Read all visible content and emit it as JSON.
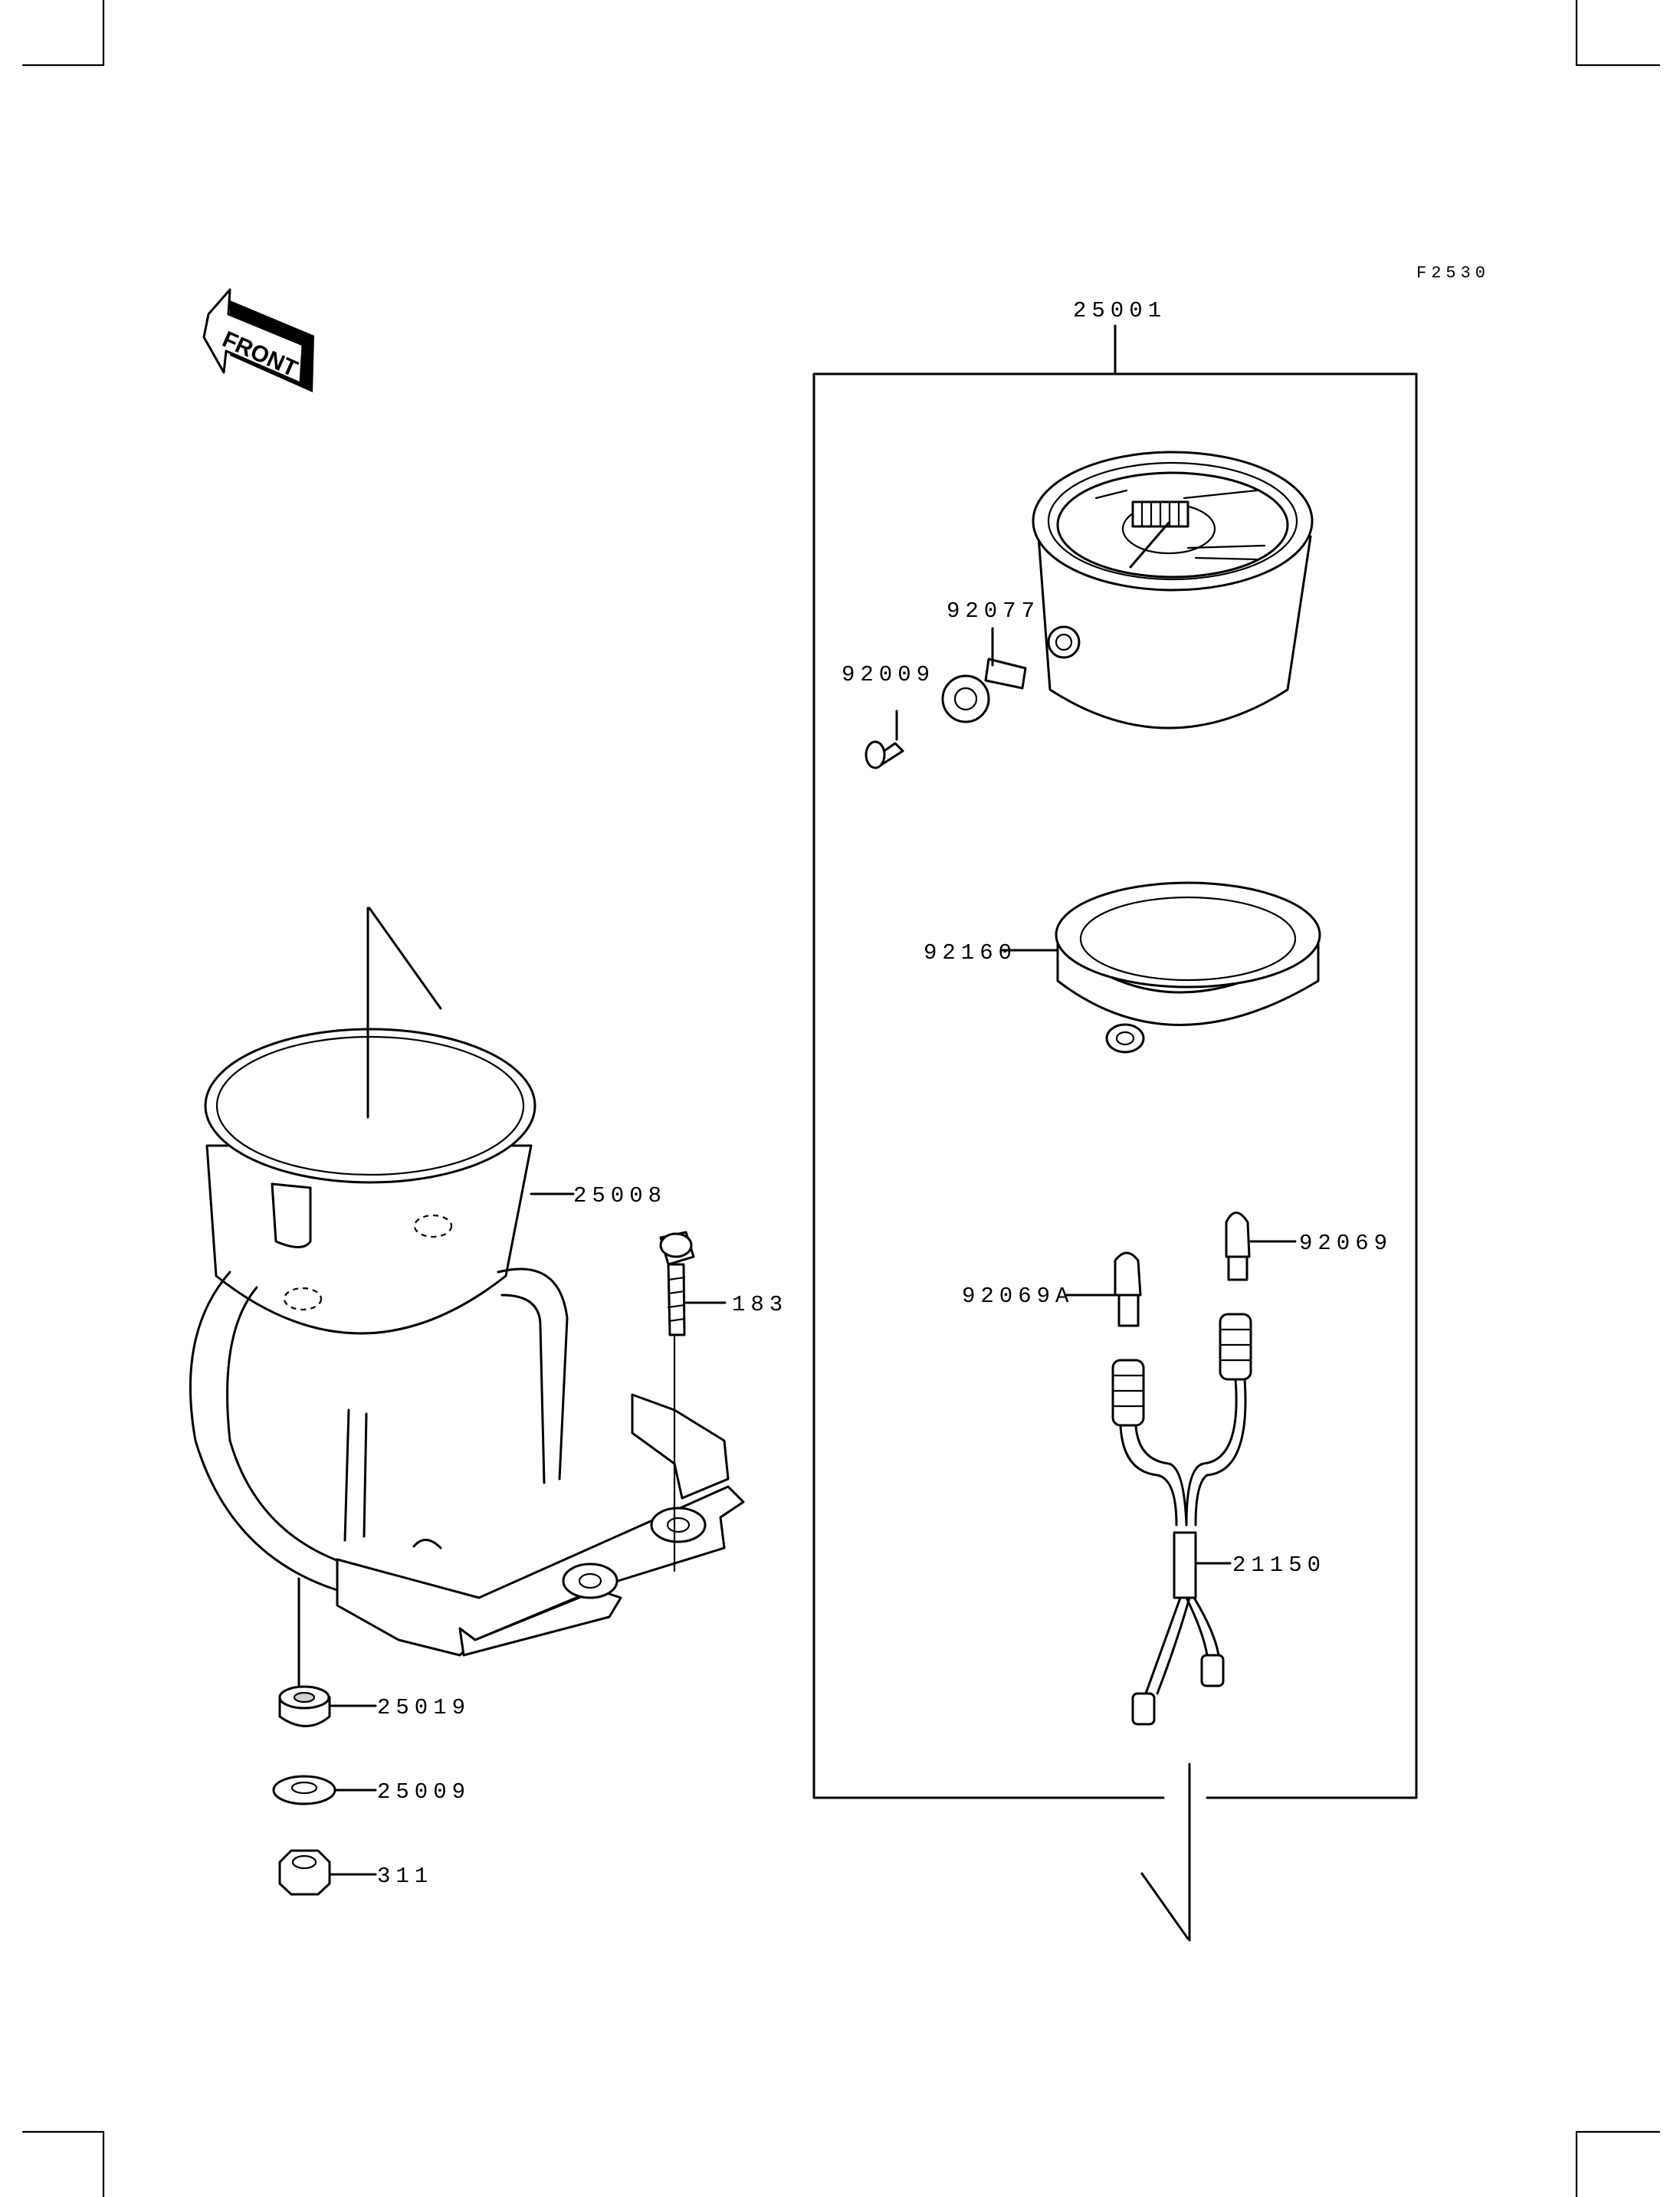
{
  "figure_code": "F2530",
  "direction_arrow": {
    "label": "FRONT",
    "icon": "front-arrow-icon"
  },
  "assembly_label": "25001",
  "parts": [
    {
      "id": "92077",
      "name": "gear"
    },
    {
      "id": "92009",
      "name": "screw"
    },
    {
      "id": "92160",
      "name": "ring"
    },
    {
      "id": "25008",
      "name": "meter-case"
    },
    {
      "id": "183",
      "name": "bolt"
    },
    {
      "id": "92069",
      "name": "bulb"
    },
    {
      "id": "92069A",
      "name": "bulb"
    },
    {
      "id": "21150",
      "name": "harness"
    },
    {
      "id": "25019",
      "name": "damper"
    },
    {
      "id": "25009",
      "name": "washer"
    },
    {
      "id": "311",
      "name": "nut"
    }
  ]
}
